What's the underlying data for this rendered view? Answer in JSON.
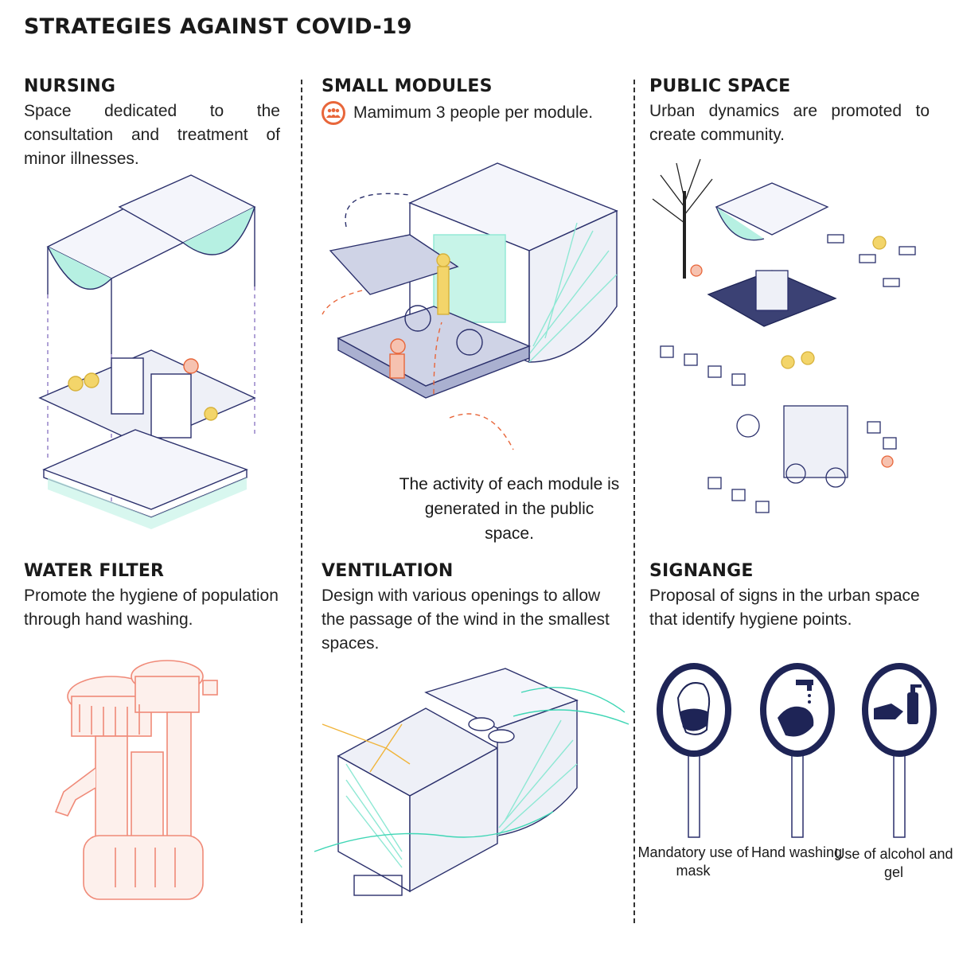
{
  "title": "STRATEGIES AGAINST COVID-19",
  "panels": {
    "nursing": {
      "heading": "NURSING",
      "description": "Space dedicated to the consultation and treatment of minor illnesses."
    },
    "small_modules": {
      "heading": "SMALL MODULES",
      "note": "Mamimum 3 people per module.",
      "icon": "people-group-icon",
      "activity": "The activity of each module is generated in the public space."
    },
    "public_space": {
      "heading": "PUBLIC SPACE",
      "description": "Urban dynamics are promoted to create community."
    },
    "water_filter": {
      "heading": "WATER FILTER",
      "description": "Promote the hygiene of population through hand washing."
    },
    "ventilation": {
      "heading": "VENTILATION",
      "description": "Design with various openings to allow the passage of the wind in the smallest spaces."
    },
    "signage": {
      "heading": "SIGNANGE",
      "description": "Proposal of signs in the urban space that identify hygiene points.",
      "signs": [
        {
          "icon": "mask-face-icon",
          "caption": "Mandatory use of mask"
        },
        {
          "icon": "hand-washing-icon",
          "caption": "Hand washing"
        },
        {
          "icon": "alcohol-gel-icon",
          "caption": "Use of alcohol and gel"
        }
      ]
    }
  },
  "colors": {
    "line": "#2a2f6b",
    "mint": "#8ee8d4",
    "yellow": "#f3d56a",
    "orange": "#e8663a",
    "salmon": "#f08a78",
    "navy": "#1e2456"
  }
}
